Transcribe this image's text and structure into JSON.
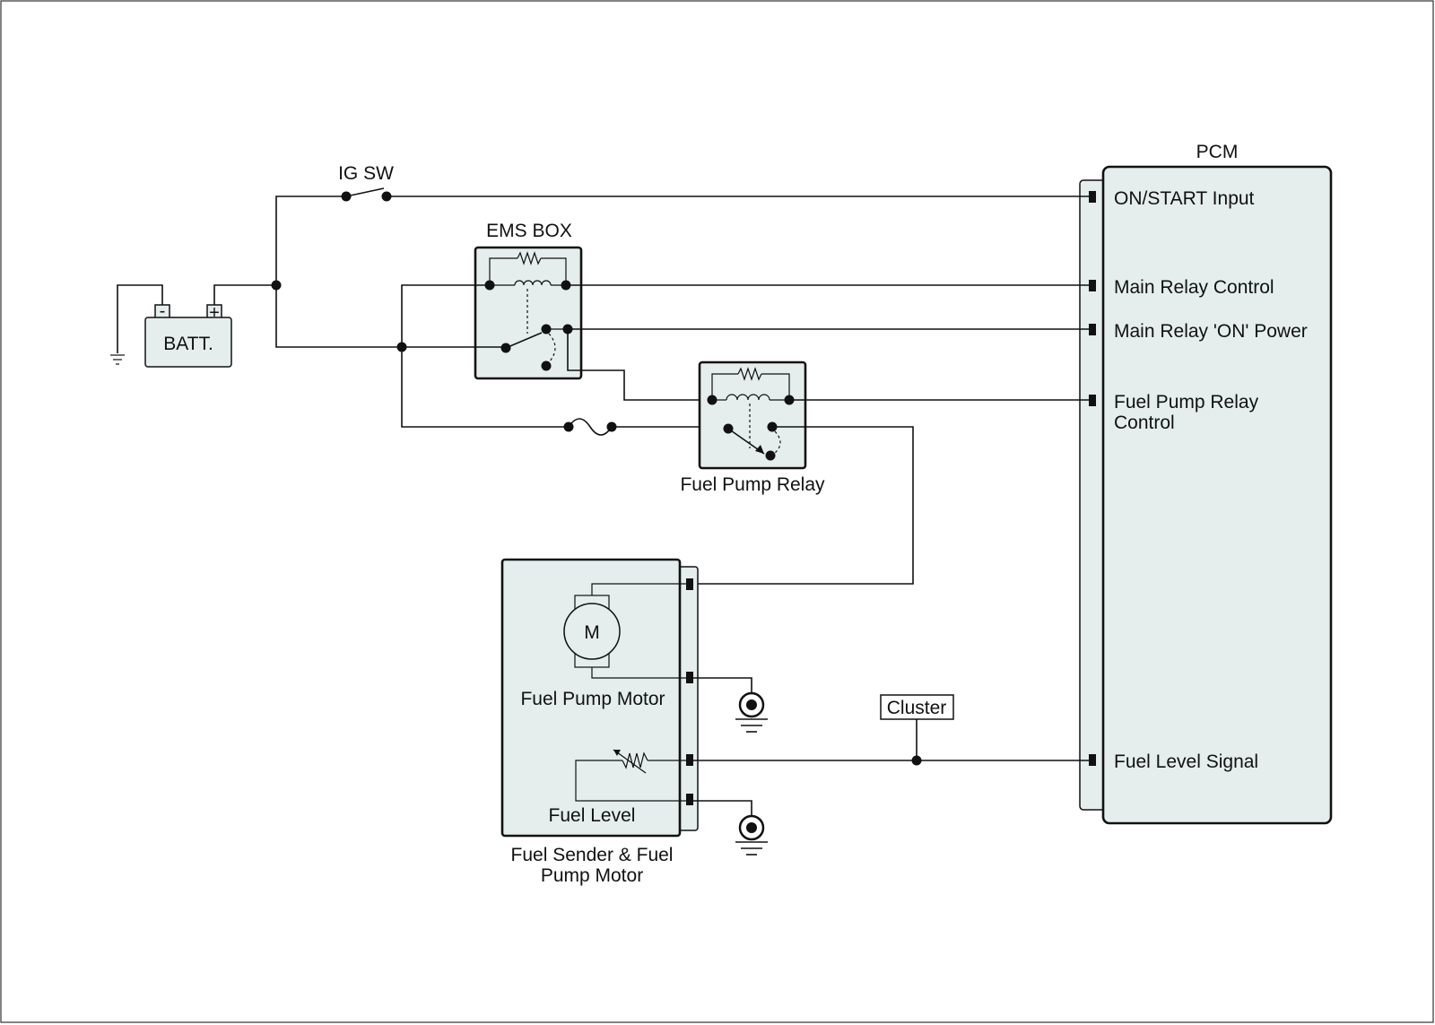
{
  "components": {
    "ig_sw": "IG SW",
    "ems_box": "EMS BOX",
    "battery": "BATT.",
    "battery_minus": "-",
    "battery_plus": "+",
    "fuel_pump_relay": "Fuel Pump Relay",
    "pcm": "PCM",
    "cluster": "Cluster",
    "motor_symbol": "M",
    "fuel_pump_motor": "Fuel Pump Motor",
    "fuel_level": "Fuel Level",
    "fuel_sender_line1": "Fuel Sender & Fuel",
    "fuel_sender_line2": "Pump Motor"
  },
  "pcm_pins": [
    {
      "label": "ON/START Input"
    },
    {
      "label": "Main Relay Control"
    },
    {
      "label": "Main Relay 'ON' Power"
    },
    {
      "label": "Fuel Pump Relay",
      "label2": "Control"
    },
    {
      "label": "Fuel Level Signal"
    }
  ],
  "colors": {
    "box_fill": "#e5eded",
    "line": "#111111"
  }
}
